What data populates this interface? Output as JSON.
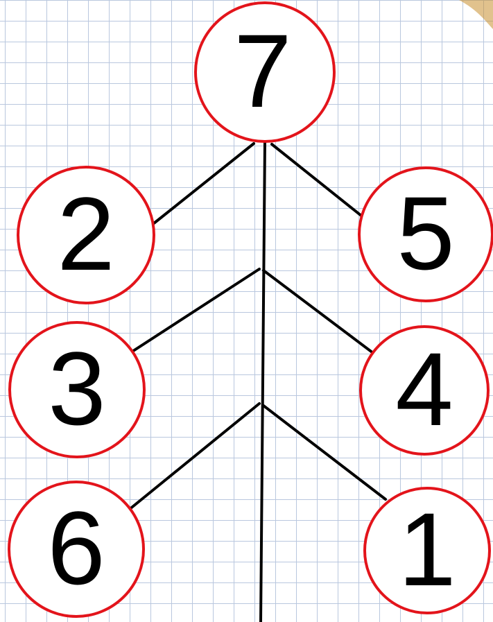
{
  "diagram": {
    "top": "7",
    "left": [
      "2",
      "3",
      "6"
    ],
    "right": [
      "5",
      "4",
      "1"
    ]
  },
  "colors": {
    "circle_stroke": "#e3141b",
    "line": "#000000",
    "grid": "#b9c7de",
    "background": "#ffffff"
  }
}
